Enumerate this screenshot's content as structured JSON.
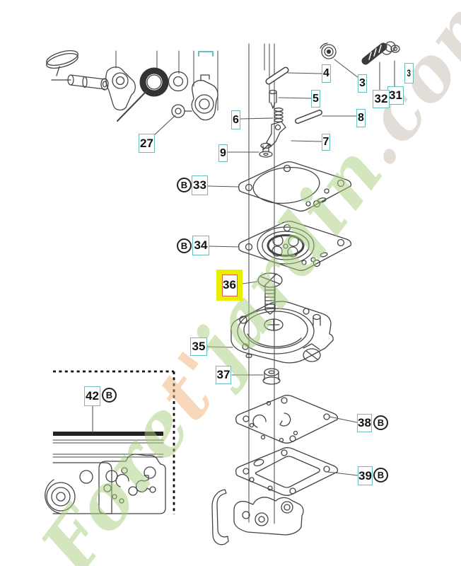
{
  "diagram": {
    "type": "exploded-parts-diagram",
    "highlighted_part": "36"
  },
  "callouts": {
    "c3": "3",
    "c4": "4",
    "c5": "5",
    "c6": "6",
    "c7": "7",
    "c8": "8",
    "c9": "9",
    "c27": "27",
    "c31": "31",
    "c32": "32",
    "c33": "33",
    "c34": "34",
    "c35": "35",
    "c36": "36",
    "c37": "37",
    "c38": "38",
    "c39": "39",
    "c42": "42",
    "edge_clipped": "3",
    "kit_badge": "B"
  },
  "watermark": {
    "seg1": "Fore",
    "seg2": "t'",
    "seg3": "jardin",
    "seg4": ".com"
  },
  "colors": {
    "callout_border": "#64c0c3",
    "highlight_yellow": "#e9ee00",
    "highlight_inner_border": "#e0604a",
    "line": "#444444",
    "watermark_green": "#a8cf7d",
    "watermark_orange": "#f0b279",
    "watermark_tan": "#c7bfb1"
  }
}
